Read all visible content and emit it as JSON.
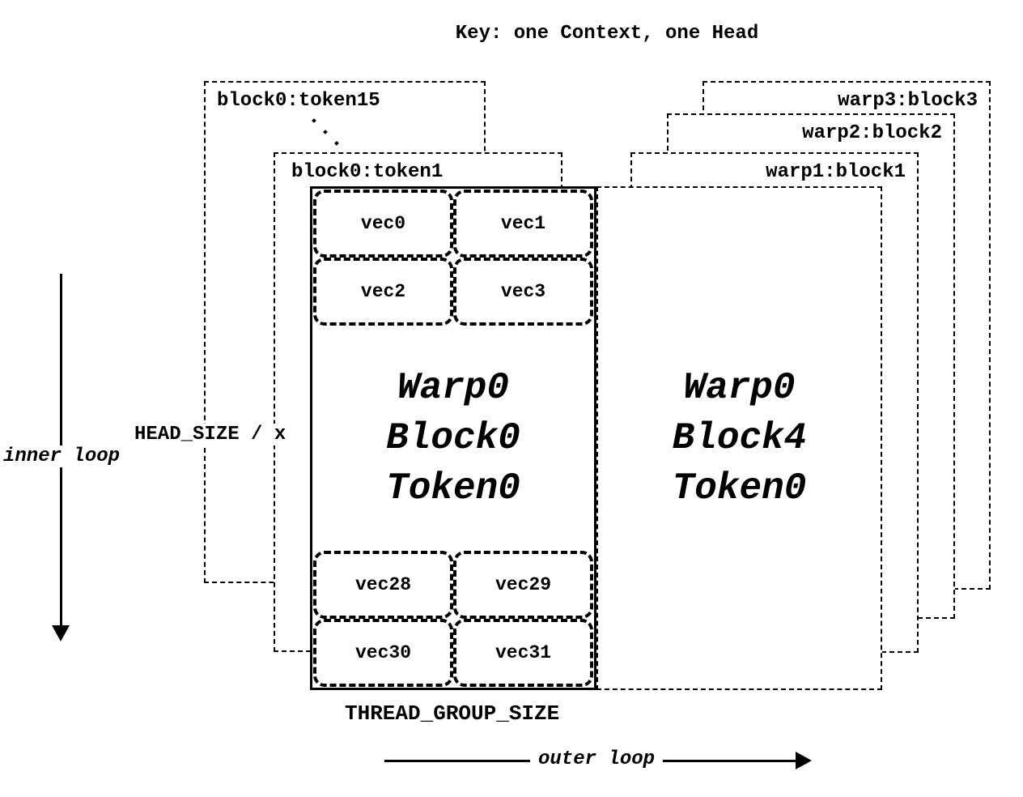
{
  "title": "Key: one Context, one Head",
  "left_stack": {
    "back_boxes": [
      {
        "label": "block0:token15"
      },
      {
        "label": "block0:token1"
      }
    ],
    "ellipsis": "···",
    "front_box": {
      "lines": [
        "Warp0",
        "Block0",
        "Token0"
      ],
      "top_vecs": [
        "vec0",
        "vec1",
        "vec2",
        "vec3"
      ],
      "bottom_vecs": [
        "vec28",
        "vec29",
        "vec30",
        "vec31"
      ]
    }
  },
  "right_stack": {
    "back_boxes": [
      {
        "label": "warp3:block3"
      },
      {
        "label": "warp2:block2"
      },
      {
        "label": "warp1:block1"
      }
    ],
    "front_box": {
      "lines": [
        "Warp0",
        "Block4",
        "Token0"
      ]
    }
  },
  "annotations": {
    "head_size": "HEAD_SIZE / x",
    "inner_loop": "inner loop",
    "outer_loop": "outer loop",
    "thread_group_size": "THREAD_GROUP_SIZE"
  },
  "colors": {
    "ink": "#000000",
    "background": "#ffffff"
  }
}
